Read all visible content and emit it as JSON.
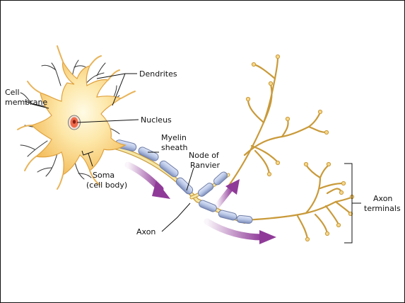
{
  "labels": {
    "dendrites": "Dendrites",
    "cell_membrane_line1": "Cell",
    "cell_membrane_line2": "membrane",
    "nucleus": "Nucleus",
    "myelin_sheath_line1": "Myelin",
    "myelin_sheath_line2": "sheath",
    "node_of_ranvier_line1": "Node of",
    "node_of_ranvier_line2": "Ranvier",
    "soma_line1": "Soma",
    "soma_line2": "(cell body)",
    "axon": "Axon",
    "axon_terminals_line1": "Axon",
    "axon_terminals_line2": "terminals"
  },
  "colors": {
    "cell_body": "#f8cd78",
    "cell_body_light": "#fff4cf",
    "nucleus": "#ef6b4b",
    "myelin": "#b8c6e6",
    "myelin_edge": "#6f7ea8",
    "axon_core": "#f5e7a7",
    "arrow": "#8f3a98"
  }
}
